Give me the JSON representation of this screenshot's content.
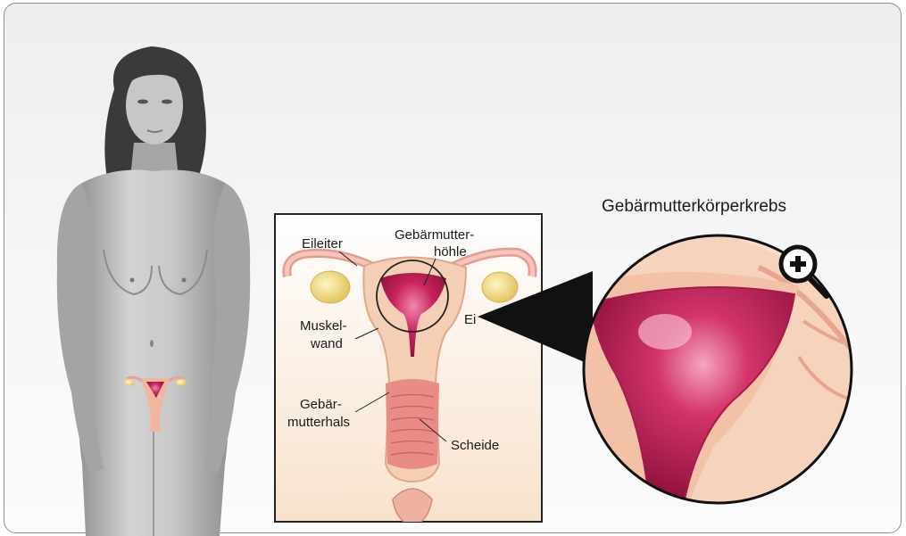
{
  "title": "Gebärmutterkörperkrebs",
  "labels": {
    "eileiter": "Eileiter",
    "hoehle_line1": "Gebärmutter-",
    "hoehle_line2": "höhle",
    "muskel_line1": "Muskel-",
    "muskel_line2": "wand",
    "hals_line1": "Gebär-",
    "hals_line2": "mutterhals",
    "scheide": "Scheide",
    "eierstock_partial": "Ei"
  },
  "icons": {
    "zoom": "zoom-in-icon"
  },
  "colors": {
    "tissue": "#f2c3a8",
    "cavity": "#c8235a",
    "ovary": "#f3e08a",
    "inset_bg": "#fbeee0",
    "body": "#b9b9b9"
  }
}
